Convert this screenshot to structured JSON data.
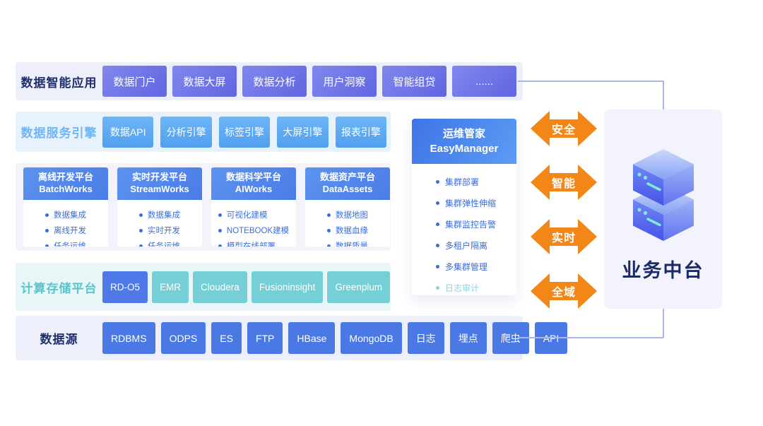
{
  "apps": {
    "label": "数据智能应用",
    "items": [
      "数据门户",
      "数据大屏",
      "数据分析",
      "用户洞察",
      "智能组贷",
      "......"
    ]
  },
  "engines": {
    "label": "数据服务引擎",
    "items": [
      "数据API",
      "分析引擎",
      "标签引擎",
      "大屏引擎",
      "报表引擎"
    ]
  },
  "platforms": [
    {
      "title_cn": "离线开发平台",
      "title_en": "BatchWorks",
      "features": [
        "数据集成",
        "离线开发",
        "任务运维"
      ]
    },
    {
      "title_cn": "实时开发平台",
      "title_en": "StreamWorks",
      "features": [
        "数据集成",
        "实时开发",
        "任务运维"
      ]
    },
    {
      "title_cn": "数据科学平台",
      "title_en": "AIWorks",
      "features": [
        "可视化建模",
        "NOTEBOOK建模",
        "模型在线部署"
      ]
    },
    {
      "title_cn": "数据资产平台",
      "title_en": "DataAssets",
      "features": [
        "数据地图",
        "数据血缘",
        "数据质量"
      ]
    }
  ],
  "compute": {
    "label": "计算存储平台",
    "items": [
      "RD-O5",
      "EMR",
      "Cloudera",
      "Fusioninsight",
      "Greenplum"
    ]
  },
  "sources": {
    "label": "数据源",
    "items": [
      "RDBMS",
      "ODPS",
      "ES",
      "FTP",
      "HBase",
      "MongoDB",
      "日志",
      "埋点",
      "爬虫",
      "API"
    ]
  },
  "easymanager": {
    "title_cn": "运维管家",
    "title_en": "EasyManager",
    "features": [
      "集群部署",
      "集群弹性伸缩",
      "集群监控告警",
      "多租户隔离",
      "多集群管理",
      "日志审计"
    ]
  },
  "arrows": [
    "安全",
    "智能",
    "实时",
    "全域"
  ],
  "business": {
    "title": "业务中台",
    "icon": "server-stack-icon"
  },
  "colors": {
    "accent_orange": "#F28617",
    "primary_blue": "#4A79E6",
    "purple_blue": "#6A6FE4",
    "light_blue": "#5AA9F2",
    "teal": "#74CFD7",
    "navy": "#1F2F6E",
    "muted_item": "#8FD3DE",
    "connector": "#A9B5E8"
  }
}
